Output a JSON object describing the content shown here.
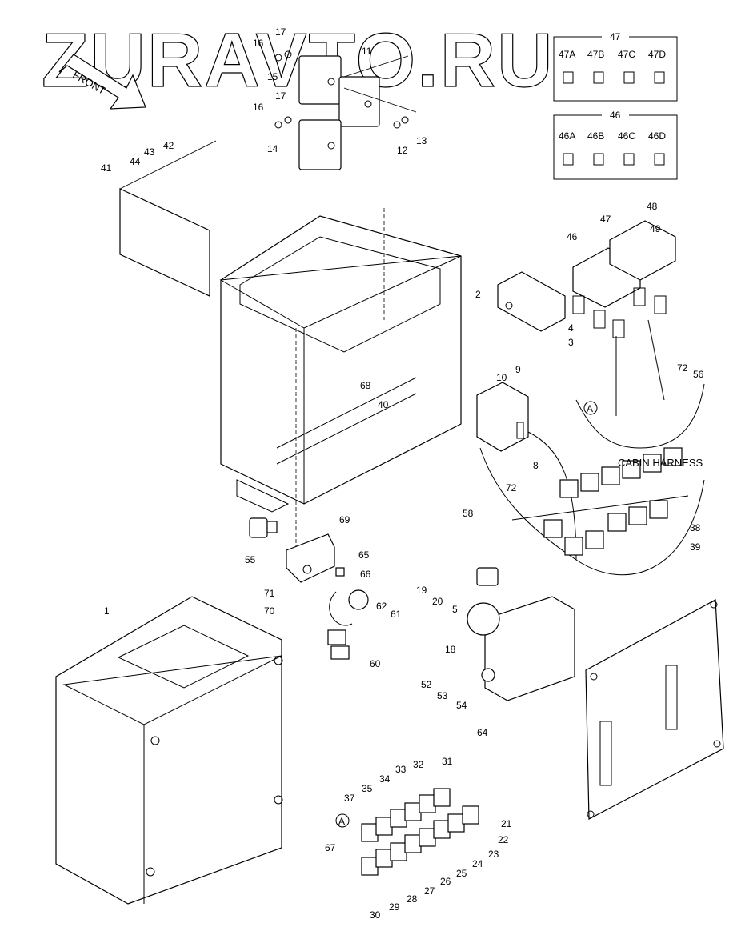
{
  "watermark": "ZURAVTO.RU",
  "front_arrow": "FRONT",
  "harness_label": "CABIN HARNESS",
  "connector_marker": "A",
  "fuse_boxes": [
    {
      "title": "47",
      "items": [
        "47A",
        "47B",
        "47C",
        "47D"
      ]
    },
    {
      "title": "46",
      "items": [
        "46A",
        "46B",
        "46C",
        "46D"
      ]
    }
  ],
  "callouts": [
    "1",
    "2",
    "3",
    "4",
    "5",
    "8",
    "9",
    "10",
    "11",
    "12",
    "13",
    "14",
    "15",
    "16",
    "16",
    "17",
    "17",
    "18",
    "19",
    "20",
    "21",
    "22",
    "23",
    "24",
    "25",
    "26",
    "27",
    "28",
    "29",
    "30",
    "31",
    "32",
    "33",
    "34",
    "35",
    "37",
    "38",
    "39",
    "40",
    "41",
    "42",
    "43",
    "44",
    "46",
    "47",
    "48",
    "49",
    "52",
    "53",
    "54",
    "55",
    "56",
    "58",
    "60",
    "61",
    "62",
    "64",
    "65",
    "66",
    "67",
    "68",
    "69",
    "70",
    "71",
    "72",
    "72"
  ]
}
